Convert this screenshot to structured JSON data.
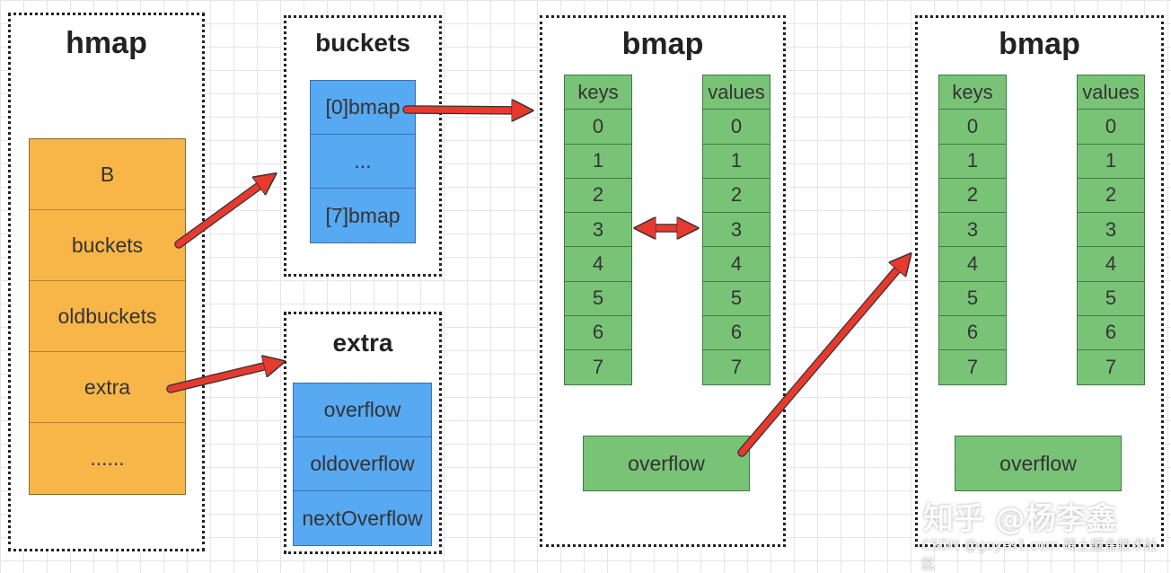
{
  "hmap": {
    "title": "hmap",
    "fields": [
      "B",
      "buckets",
      "oldbuckets",
      "extra",
      "......"
    ]
  },
  "buckets": {
    "title": "buckets",
    "cells": [
      "[0]bmap",
      "...",
      "[7]bmap"
    ]
  },
  "extra": {
    "title": "extra",
    "cells": [
      "overflow",
      "oldoverflow",
      "nextOverflow"
    ]
  },
  "bmap1": {
    "title": "bmap",
    "keys_header": "keys",
    "values_header": "values",
    "indices": [
      "0",
      "1",
      "2",
      "3",
      "4",
      "5",
      "6",
      "7"
    ],
    "overflow": "overflow"
  },
  "bmap2": {
    "title": "bmap",
    "keys_header": "keys",
    "values_header": "values",
    "indices": [
      "0",
      "1",
      "2",
      "3",
      "4",
      "5",
      "6",
      "7"
    ],
    "overflow": "overflow"
  },
  "watermark": {
    "main": "知乎 @杨李鑫",
    "sub": "CSDN @goyes1.com 稀土掘金技术社区"
  },
  "colors": {
    "hmap_fill": "#f8b548",
    "bucket_fill": "#57a9f2",
    "bmap_fill": "#79c377",
    "arrow": "#e8392f"
  }
}
